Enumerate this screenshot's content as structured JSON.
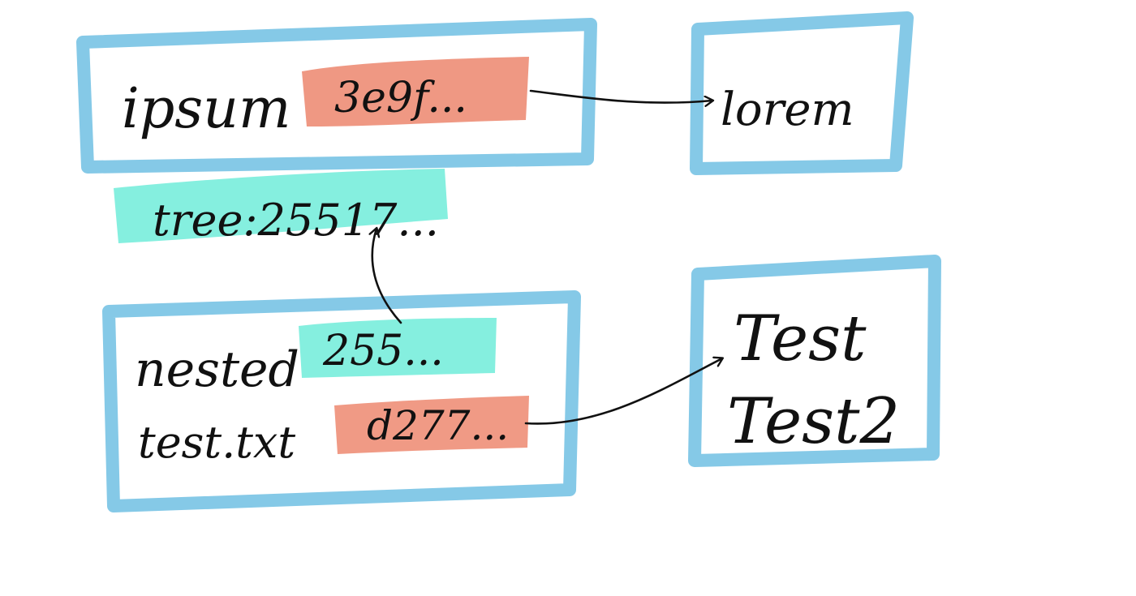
{
  "colors": {
    "box_border": "#7ec6e6",
    "hash_highlight": "#ee8f78",
    "tree_highlight": "#7eeedd",
    "ink": "#111111",
    "background": "#ffffff"
  },
  "boxes": {
    "top_left": {
      "label": "ipsum",
      "hash": "3e9f..."
    },
    "top_right": {
      "label": "lorem"
    },
    "tree_ref": {
      "label": "tree:25517..."
    },
    "bottom_left": {
      "row1_label": "nested",
      "row1_hash": "255...",
      "row2_label": "test.txt",
      "row2_hash": "d277..."
    },
    "bottom_right": {
      "line1": "Test",
      "line2": "Test2"
    }
  }
}
